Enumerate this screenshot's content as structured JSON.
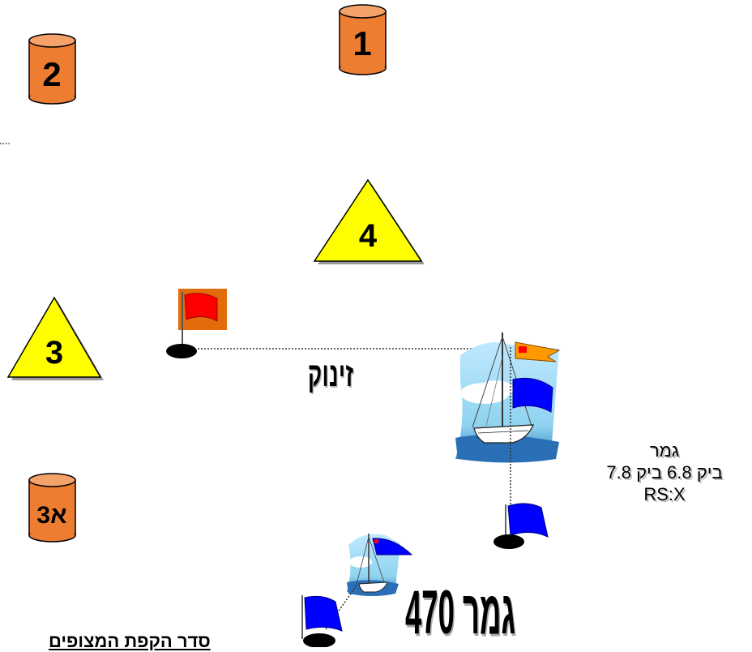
{
  "marks": {
    "mark_1": {
      "label": "1",
      "shape": "cylinder",
      "color": "#ed7d31"
    },
    "mark_2": {
      "label": "2",
      "shape": "cylinder",
      "color": "#ed7d31"
    },
    "mark_3a": {
      "label": "3א",
      "shape": "cylinder",
      "color": "#ed7d31"
    },
    "mark_3": {
      "label": "3",
      "shape": "triangle",
      "color": "#ffff00"
    },
    "mark_4": {
      "label": "4",
      "shape": "triangle",
      "color": "#ffff00"
    }
  },
  "labels": {
    "start": "זינוק",
    "finish_title": "גמר",
    "finish_line2": "ביק 6.8 ביק 7.8",
    "finish_line3": "RS:X",
    "finish_470": "גמר 470",
    "course_order": "סדר הקפת המצופים"
  },
  "colors": {
    "cylinder": "#ed7d31",
    "triangle": "#ffff00",
    "start_flag": "#ff0000",
    "start_flag_bg": "#e36c0a",
    "finish_flag": "#0000ff",
    "committee_pennant": "#ff9900"
  },
  "icons": [
    "cylinder-buoy",
    "triangle-buoy",
    "red-flag-icon",
    "blue-flag-icon",
    "sailboat-icon"
  ]
}
